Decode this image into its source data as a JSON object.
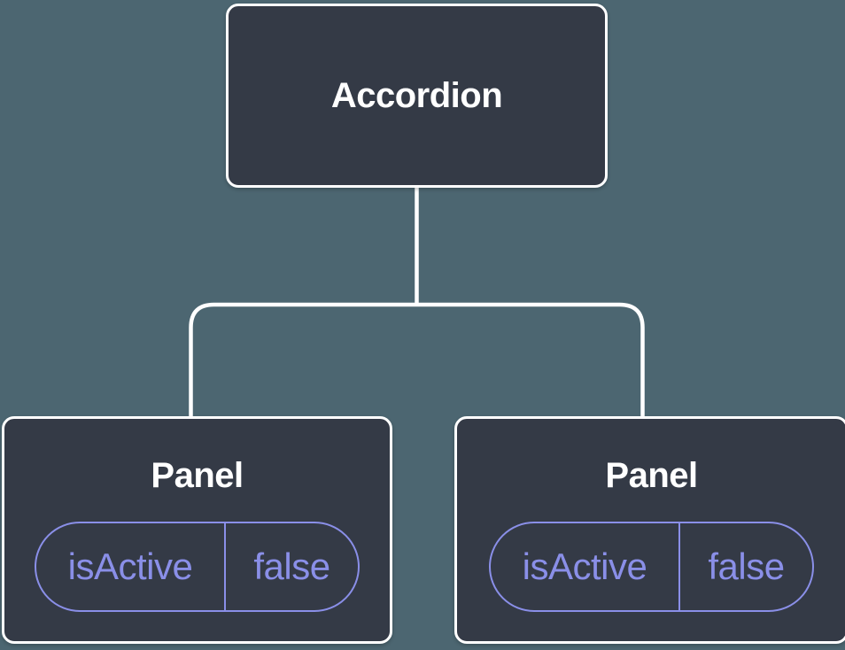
{
  "diagram": {
    "type": "component-tree",
    "root": {
      "label": "Accordion"
    },
    "children": [
      {
        "label": "Panel",
        "state": {
          "key": "isActive",
          "value": "false"
        }
      },
      {
        "label": "Panel",
        "state": {
          "key": "isActive",
          "value": "false"
        }
      }
    ]
  },
  "colors": {
    "background": "#4C6671",
    "node_fill": "#343A46",
    "node_border": "#FFFFFF",
    "connector": "#FFFFFF",
    "title_text": "#FFFFFF",
    "state_accent": "#8A8FE8"
  }
}
